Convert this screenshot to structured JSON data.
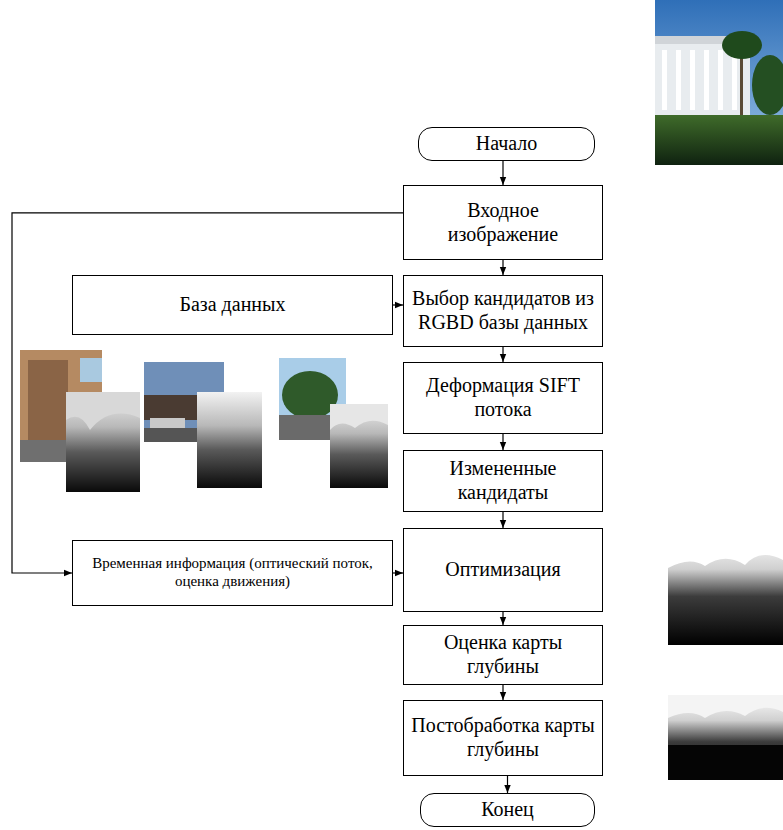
{
  "diagram": {
    "nodes": [
      {
        "text": [
          "Начало"
        ]
      },
      {
        "text": [
          "Входное изображение"
        ]
      },
      {
        "text": [
          "База данных"
        ]
      },
      {
        "text": [
          "Выбор кандидатов из RGBD базы данных"
        ]
      },
      {
        "text": [
          "Деформация SIFT потока"
        ]
      },
      {
        "text": [
          "Измененные кандидаты"
        ]
      },
      {
        "text": [
          "Временная информация (оптический поток, оценка движения)"
        ]
      },
      {
        "text": [
          "Оптимизация"
        ]
      },
      {
        "text": [
          "Оценка карты глубины"
        ]
      },
      {
        "text": [
          "Постобработка карты глубины"
        ]
      },
      {
        "text": [
          "Конец"
        ]
      }
    ],
    "edges": [
      {
        "from": 0,
        "to": 1,
        "arrow": "to"
      },
      {
        "from": 1,
        "to": 3,
        "arrow": "to"
      },
      {
        "from": 2,
        "to": 3,
        "arrow": "to"
      },
      {
        "from": 3,
        "to": 4,
        "arrow": "to"
      },
      {
        "from": 4,
        "to": 5,
        "arrow": "to"
      },
      {
        "from": 5,
        "to": 7,
        "arrow": "to"
      },
      {
        "from": 1,
        "to": 6,
        "arrow": "to"
      },
      {
        "from": 6,
        "to": 7,
        "arrow": "to"
      },
      {
        "from": 7,
        "to": 8,
        "arrow": "to"
      },
      {
        "from": 8,
        "to": 9,
        "arrow": "to"
      },
      {
        "from": 9,
        "to": 10,
        "arrow": "to"
      }
    ]
  }
}
